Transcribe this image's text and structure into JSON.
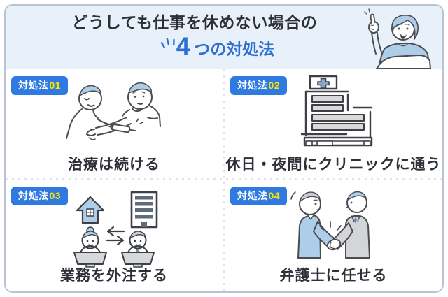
{
  "header": {
    "title_line1": "どうしても仕事を休めない場合の",
    "title_number": "4",
    "title_suffix": "つの対処法"
  },
  "cards": [
    {
      "badge_prefix": "対処法",
      "badge_number": "01",
      "label": "治療は続ける",
      "icon": "injection-illustration"
    },
    {
      "badge_prefix": "対処法",
      "badge_number": "02",
      "label": "休日・夜間にクリニックに通う",
      "icon": "clinic-building-illustration"
    },
    {
      "badge_prefix": "対処法",
      "badge_number": "03",
      "label": "業務を外注する",
      "icon": "outsourcing-illustration"
    },
    {
      "badge_prefix": "対処法",
      "badge_number": "04",
      "label": "弁護士に任せる",
      "icon": "handshake-illustration"
    }
  ],
  "icons": {
    "header_mascot": "pointing-woman-illustration",
    "title_accent": "emphasis-sparkle-icon"
  },
  "colors": {
    "accent_blue_text": "#2e6fd2",
    "badge_blue": "#2e7ae0",
    "badge_number_yellow": "#ffe100",
    "header_background": "#e8f1fa",
    "card_border": "#bcc2d6",
    "dotted_divider": "#dfe4f1",
    "title_dark": "#2e3038",
    "illustration_blue": "#aecde9",
    "illustration_gray": "#d6d8da",
    "line_art_stroke": "#4b4b52"
  }
}
